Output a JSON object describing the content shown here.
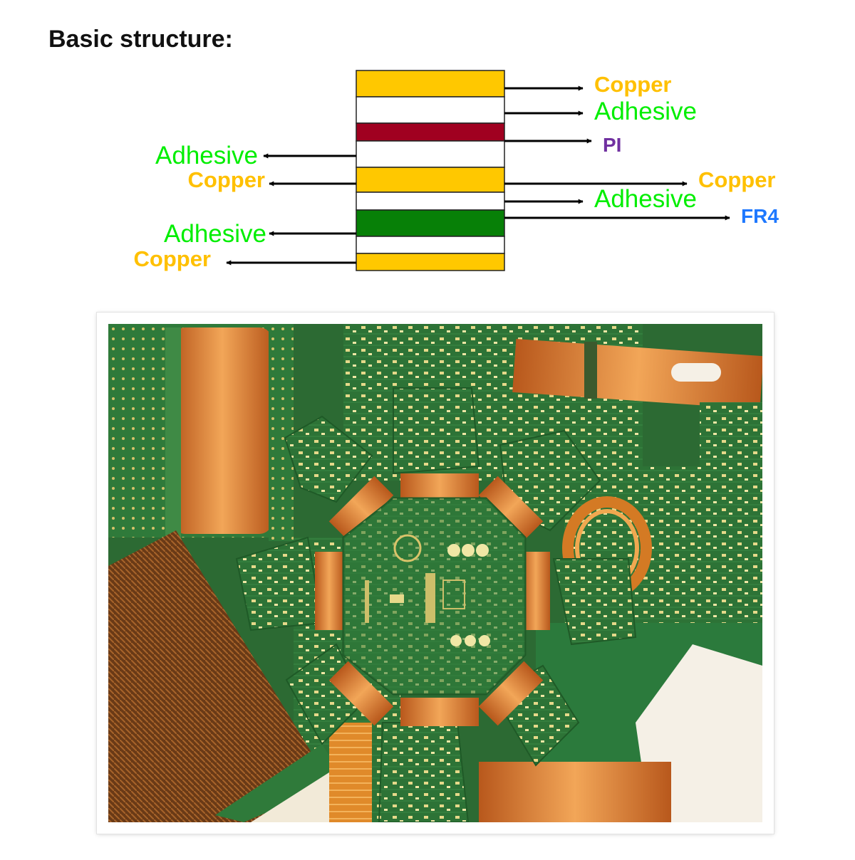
{
  "heading": "Basic structure:",
  "layers": [
    {
      "name": "Copper",
      "color": "#FFC800"
    },
    {
      "name": "Adhesive",
      "color": "#FFFFFF"
    },
    {
      "name": "PI",
      "color": "#A00020"
    },
    {
      "name": "Adhesive",
      "color": "#FFFFFF"
    },
    {
      "name": "Copper",
      "color": "#FFC800"
    },
    {
      "name": "Adhesive",
      "color": "#FFFFFF"
    },
    {
      "name": "FR4",
      "color": "#078007"
    },
    {
      "name": "Adhesive",
      "color": "#FFFFFF"
    },
    {
      "name": "Copper",
      "color": "#FFC800"
    }
  ],
  "labels": {
    "right_copper_1": "Copper",
    "right_adhesive_1": "Adhesive",
    "right_pi": "PI",
    "left_adhesive_1": "Adhesive",
    "left_copper_1": "Copper",
    "right_copper_2": "Copper",
    "right_adhesive_2": "Adhesive",
    "right_fr4": "FR4",
    "left_adhesive_2": "Adhesive",
    "left_copper_2": "Copper"
  },
  "label_colors": {
    "copper": "#FFC000",
    "adhesive": "#00EE00",
    "pi": "#7030A0",
    "fr4": "#1E78FF"
  },
  "photo": {
    "subject": "rigid-flex printed circuit boards (green rigid sections joined by orange polyimide flex sections)"
  }
}
